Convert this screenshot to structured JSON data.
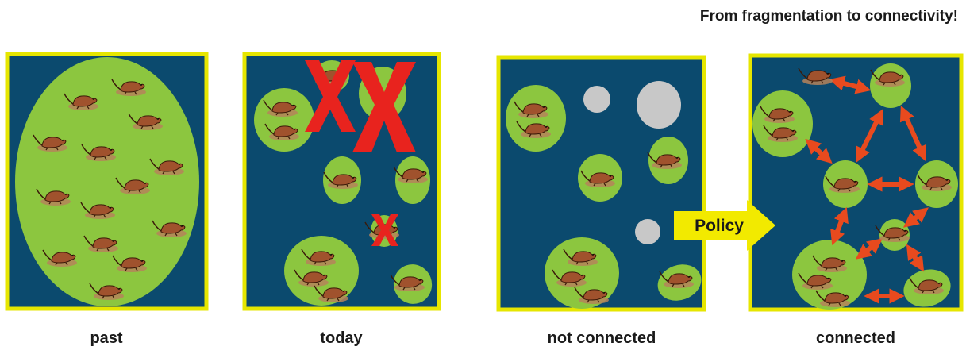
{
  "headline": "From fragmentation to connectivity!",
  "captions": {
    "past": "past",
    "today": "today",
    "not_connected": "not connected",
    "connected": "connected"
  },
  "policy_label": "Policy",
  "colors": {
    "background": "#0b4a6e",
    "frame": "#e6e600",
    "habitat": "#8cc63f",
    "lost_habitat": "#c8c8c8",
    "extinct_mark": "#e8231e",
    "connector_arrow": "#e84a1e",
    "policy_arrow": "#f2ea00"
  },
  "icons": {
    "animal": "rodent-icon",
    "extinction": "red-x-icon",
    "link": "double-arrow-icon"
  }
}
